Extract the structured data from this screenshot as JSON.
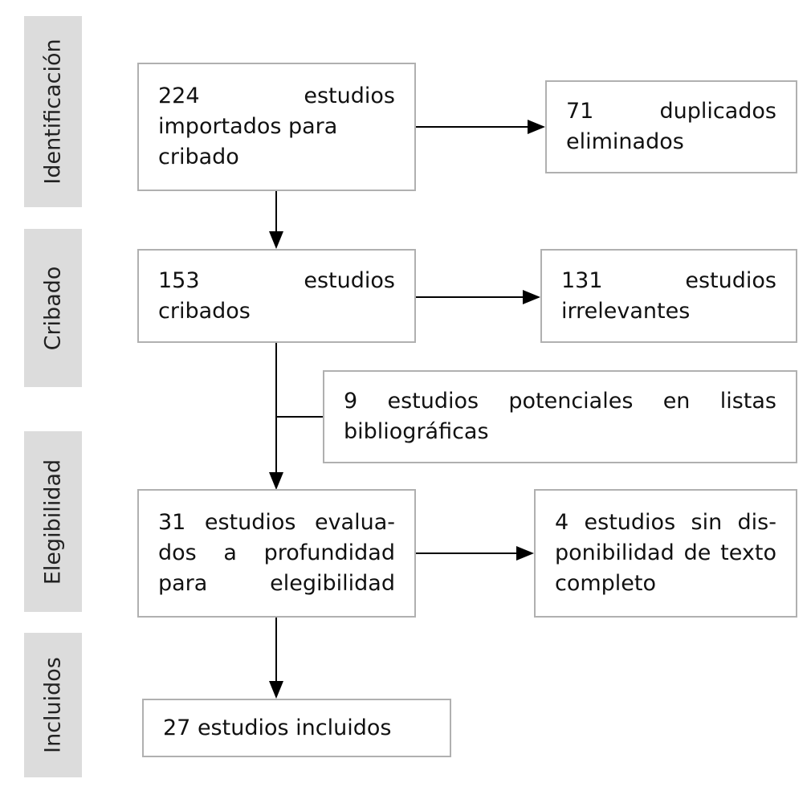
{
  "stages": [
    "Identificación",
    "Cribado",
    "Elegibilidad",
    "Incluidos"
  ],
  "boxes": {
    "imported": [
      "224 estudios",
      "importados para",
      "cribado"
    ],
    "duplicates": [
      "71 duplicados",
      "eliminados"
    ],
    "screened": [
      "153 estudios",
      "cribados"
    ],
    "irrelevant": [
      "131 estudios",
      "irrelevantes"
    ],
    "bibliographic": [
      "9 estudios potenciales en listas",
      "bibliográficas"
    ],
    "assessed": [
      "31 estudios evalua-",
      "dos a profundidad",
      "para elegibilidad"
    ],
    "unavailable": [
      "4 estudios sin dis-",
      "ponibilidad de texto",
      "completo"
    ],
    "included": [
      "27 estudios incluidos"
    ]
  }
}
